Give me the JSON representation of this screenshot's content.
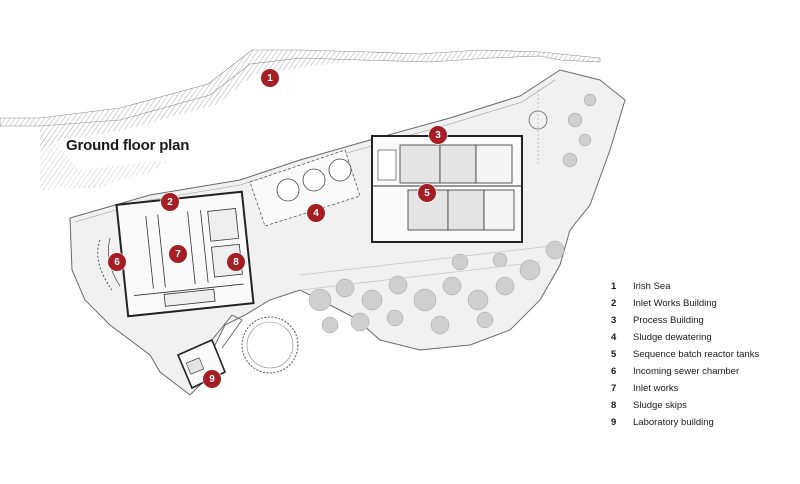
{
  "title": "Ground floor plan",
  "marker_color": "#a41e23",
  "markers": [
    {
      "number": "1"
    },
    {
      "number": "2"
    },
    {
      "number": "3"
    },
    {
      "number": "4"
    },
    {
      "number": "5"
    },
    {
      "number": "6"
    },
    {
      "number": "7"
    },
    {
      "number": "8"
    },
    {
      "number": "9"
    }
  ],
  "legend": [
    {
      "number": "1",
      "label": "Irish Sea"
    },
    {
      "number": "2",
      "label": "Inlet Works Building"
    },
    {
      "number": "3",
      "label": "Process Building"
    },
    {
      "number": "4",
      "label": "Sludge dewatering"
    },
    {
      "number": "5",
      "label": "Sequence batch reactor tanks"
    },
    {
      "number": "6",
      "label": "Incoming sewer chamber"
    },
    {
      "number": "7",
      "label": "Inlet works"
    },
    {
      "number": "8",
      "label": "Sludge skips"
    },
    {
      "number": "9",
      "label": "Laboratory building"
    }
  ]
}
